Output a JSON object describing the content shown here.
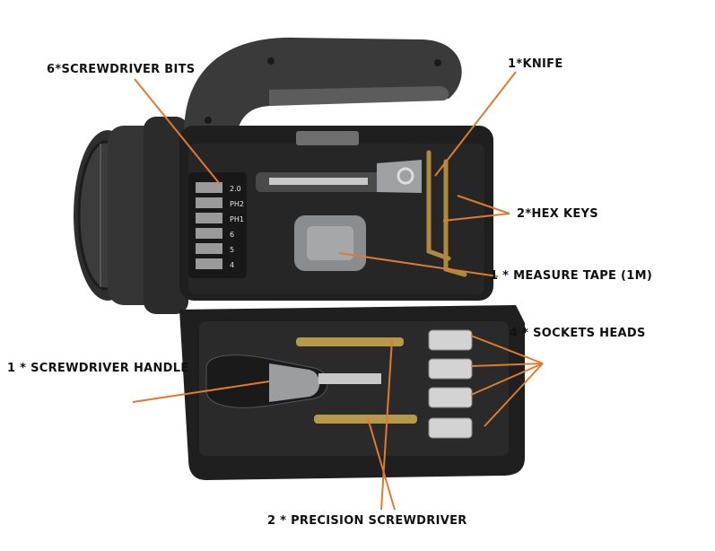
{
  "labels": {
    "bits": "6*SCREWDRIVER BITS",
    "knife": "1*KNIFE",
    "hex_keys": "2*HEX KEYS",
    "tape": "1 * MEASURE TAPE (1M)",
    "sockets": "4 * SOCKETS HEADS",
    "handle": "1 * SCREWDRIVER HANDLE",
    "precision": "2 * PRECISION SCREWDRIVER"
  },
  "bit_markings": [
    "2.0",
    "PH2",
    "PH1",
    "6",
    "5",
    "4"
  ],
  "colors": {
    "callout": "#e07a2e",
    "body": "#3a3a3a",
    "tray": "#1e1e1e",
    "accent_gray": "#8a8d90"
  }
}
